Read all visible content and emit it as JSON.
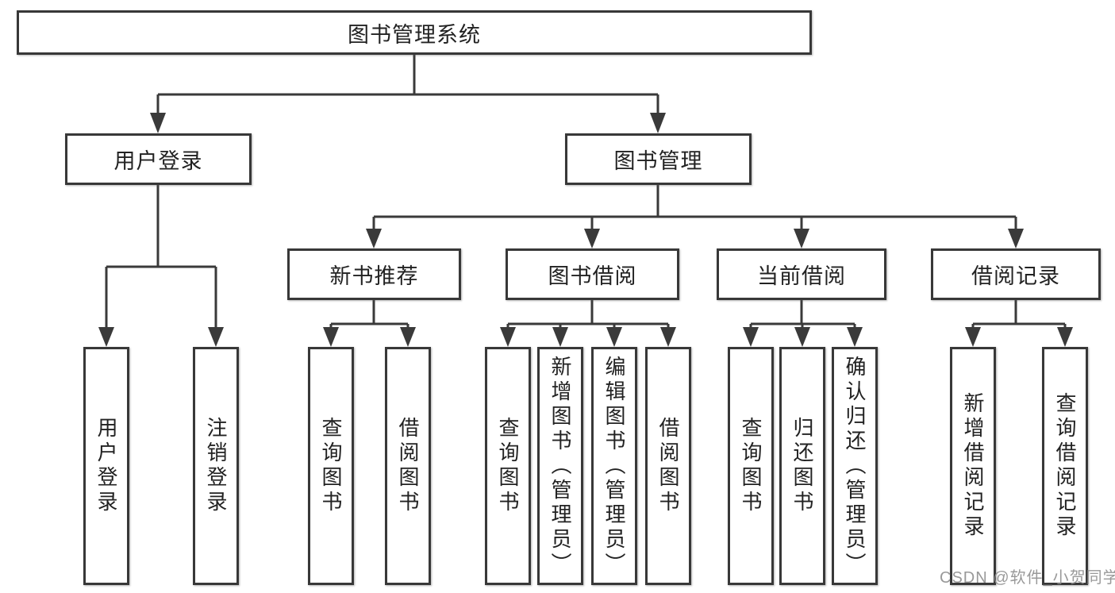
{
  "tree": {
    "root": {
      "label": "图书管理系统"
    },
    "branches": [
      {
        "label": "用户登录",
        "leaves": [
          {
            "label": "用户登录"
          },
          {
            "label": "注销登录"
          }
        ]
      },
      {
        "label": "图书管理",
        "groups": [
          {
            "label": "新书推荐",
            "leaves": [
              {
                "label": "查询图书"
              },
              {
                "label": "借阅图书"
              }
            ]
          },
          {
            "label": "图书借阅",
            "leaves": [
              {
                "label": "查询图书"
              },
              {
                "label": "新增图书（管理员）"
              },
              {
                "label": "编辑图书（管理员）"
              },
              {
                "label": "借阅图书"
              }
            ]
          },
          {
            "label": "当前借阅",
            "leaves": [
              {
                "label": "查询图书"
              },
              {
                "label": "归还图书"
              },
              {
                "label": "确认归还（管理员）"
              }
            ]
          },
          {
            "label": "借阅记录",
            "leaves": [
              {
                "label": "新增借阅记录"
              },
              {
                "label": "查询借阅记录"
              }
            ]
          }
        ]
      }
    ]
  },
  "watermark": {
    "text": "CSDN @软件_小贺同学"
  },
  "colors": {
    "line": "#3a3a3a",
    "border": "#383838",
    "text": "#222222",
    "watermark": "#8f8f8f",
    "background": "#ffffff"
  }
}
